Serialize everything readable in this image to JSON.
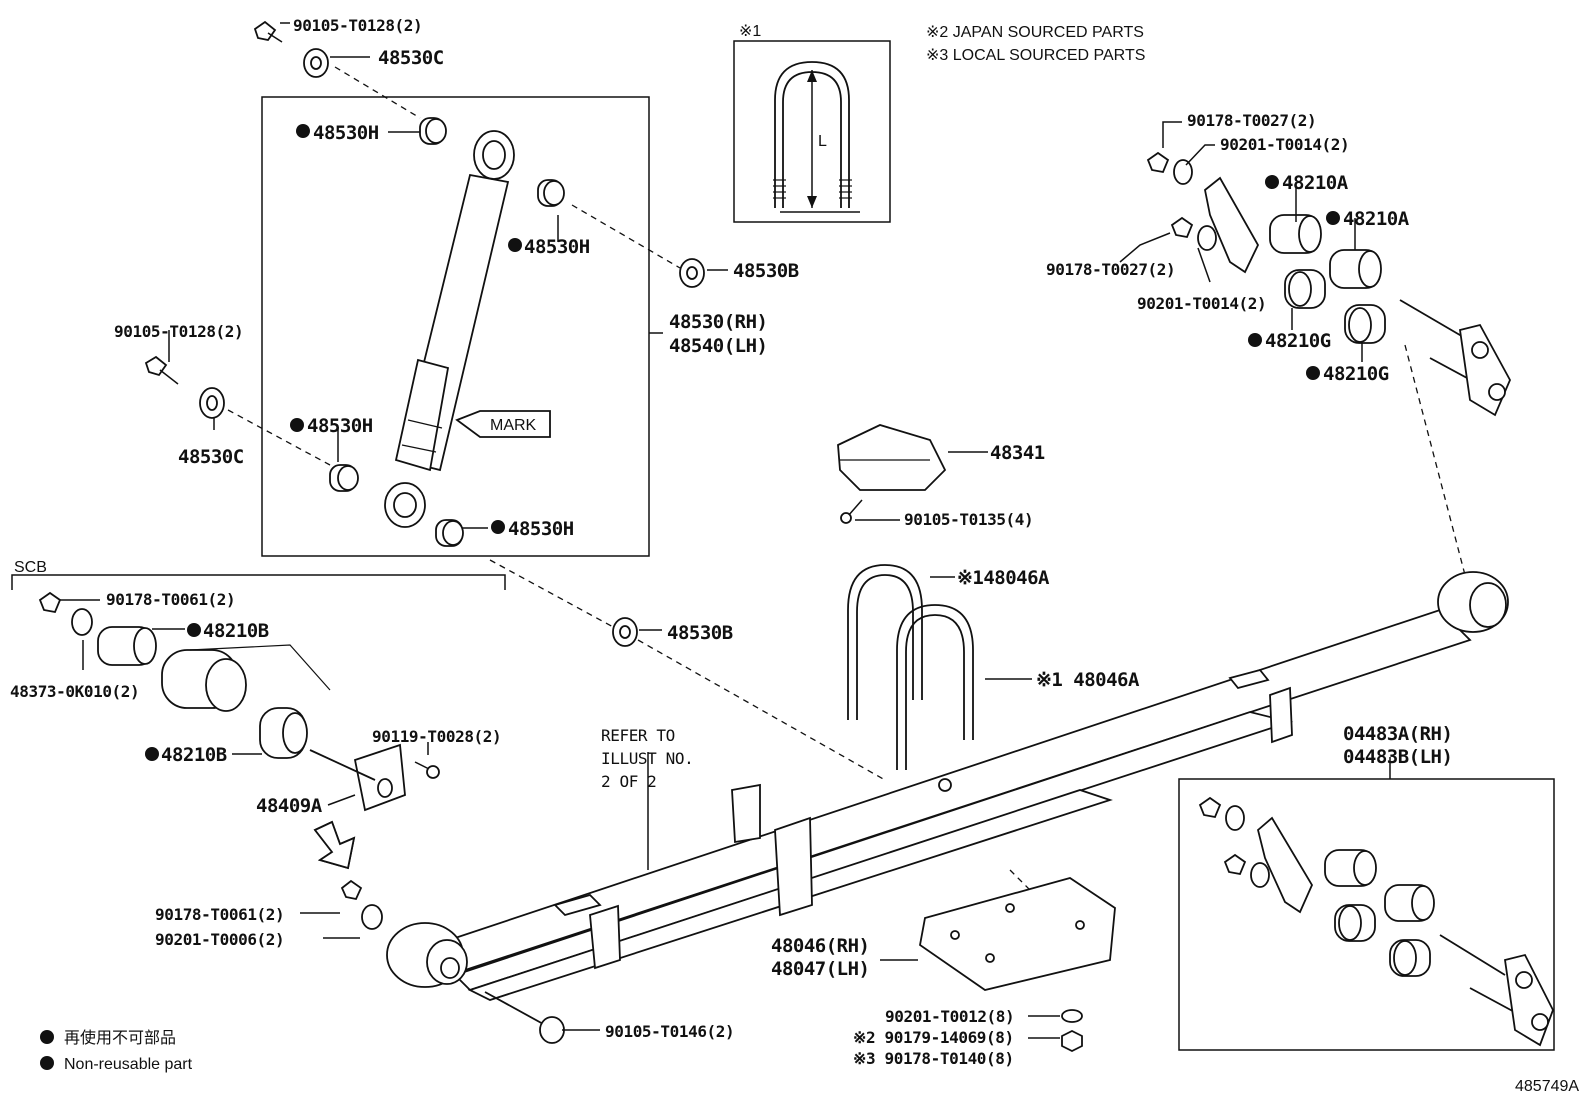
{
  "legend": {
    "jp_line": "再使用不可部品",
    "en_line": "Non-reusable part",
    "sourcing_1": "※2 JAPAN SOURCED PARTS",
    "sourcing_2": "※3 LOCAL SOURCED PARTS"
  },
  "diagram_id": "485749A",
  "inset_ubolt_title": "※1",
  "inset_ubolt_dim": "L",
  "scb_label": "SCB",
  "mark_label": "MARK",
  "refer_note": [
    "REFER TO",
    "ILLUST NO.",
    "2 OF 2"
  ],
  "parts": {
    "bolt_top": "90105-T0128(2)",
    "washer_top": "48530C",
    "bush_h1": "48530H",
    "bush_h2": "48530H",
    "washer_b1": "48530B",
    "shock_rh": "48530(RH)",
    "shock_lh": "48540(LH)",
    "bolt_left": "90105-T0128(2)",
    "washer_left": "48530C",
    "bush_h3": "48530H",
    "bush_h4": "48530H",
    "washer_b2": "48530B",
    "nut_r1": "90178-T0027(2)",
    "washer_r1": "90201-T0014(2)",
    "bush_a1": "48210A",
    "bush_a2": "48210A",
    "nut_r2": "90178-T0027(2)",
    "washer_r2": "90201-T0014(2)",
    "bush_g1": "48210G",
    "bush_g2": "48210G",
    "bumper": "48341",
    "bolt_bumper": "90105-T0135(4)",
    "ubolt_1": "※148046A",
    "ubolt_2": "※1 48046A",
    "nut_scb": "90178-T0061(2)",
    "bush_b1": "48210B",
    "washer_scb": "48373-0K010(2)",
    "bolt_front": "90119-T0028(2)",
    "bush_b2": "48210B",
    "bracket": "48409A",
    "shackle_rh": "04483A(RH)",
    "shackle_lh": "04483B(LH)",
    "nut_front": "90178-T0061(2)",
    "washer_front": "90201-T0006(2)",
    "seat_rh": "48046(RH)",
    "seat_lh": "48047(LH)",
    "washer_seat": "90201-T0012(8)",
    "nut_jp": "※2 90179-14069(8)",
    "nut_local": "※3 90178-T0140(8)",
    "bolt_eye": "90105-T0146(2)"
  }
}
